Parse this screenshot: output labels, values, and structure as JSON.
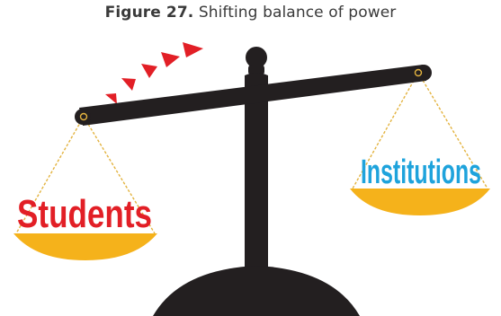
{
  "caption": {
    "label": "Figure 27.",
    "text": "Shifting balance of power"
  },
  "left_pan": {
    "label": "Students"
  },
  "right_pan": {
    "label": "Institutions"
  },
  "colors": {
    "beam": "#231f20",
    "pan": "#f5b21b",
    "chain": "#e3b33f",
    "students": "#e21f26",
    "institutions": "#1ea3dc",
    "arrows": "#e21f26"
  },
  "icons": {
    "arrows": "shift-arrows-icon"
  }
}
